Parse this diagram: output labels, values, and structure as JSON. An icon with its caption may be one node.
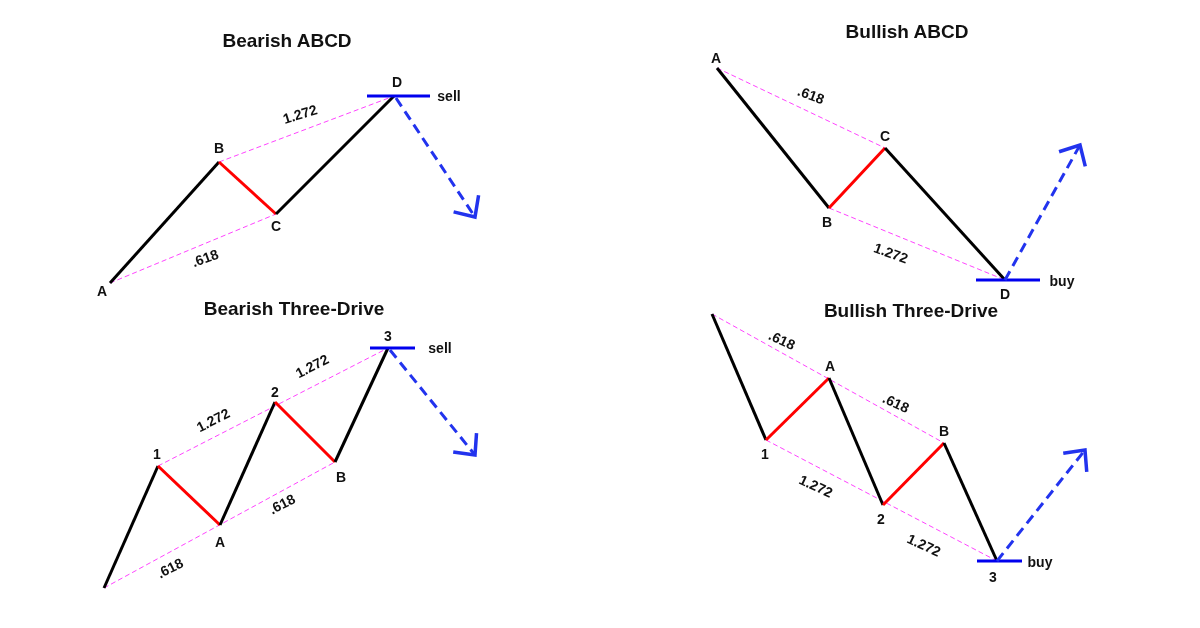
{
  "diagram": {
    "labels": [
      "Bearish ABCD",
      "D",
      "sell",
      "1.272",
      "B",
      "C",
      ".618",
      "A",
      "Bullish ABCD",
      "A",
      ".618",
      "C",
      "B",
      "1.272",
      "D",
      "buy",
      "Bearish Three-Drive",
      "3",
      "sell",
      "1.272",
      "2",
      "1.272",
      "1",
      "B",
      ".618",
      "A",
      ".618",
      "Bullish Three-Drive",
      ".618",
      "A",
      ".618",
      "B",
      "1",
      "1.272",
      "2",
      "1.272",
      "buy",
      "3"
    ]
  }
}
